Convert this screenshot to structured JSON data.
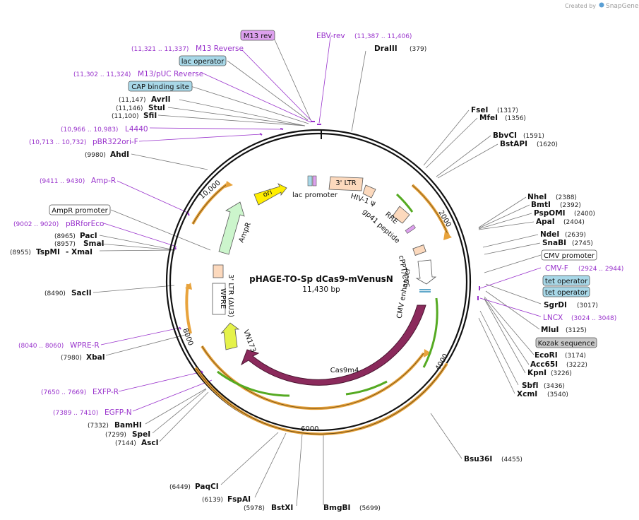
{
  "credit": {
    "text": "Created by",
    "brand": "SnapGene"
  },
  "center": {
    "name": "pHAGE-TO-Sp dCas9-mVenusN",
    "size": "11,430 bp"
  },
  "ticks": [
    "2000",
    "4000",
    "6000",
    "8000",
    "10,000"
  ],
  "enzymes": {
    "draiii": {
      "name": "DraIII",
      "pos": "(379)"
    },
    "fsei": {
      "name": "FseI",
      "pos": "(1317)"
    },
    "mfei": {
      "name": "MfeI",
      "pos": "(1356)"
    },
    "bbvci": {
      "name": "BbvCI",
      "pos": "(1591)"
    },
    "bstapi": {
      "name": "BstAPI",
      "pos": "(1620)"
    },
    "nhei": {
      "name": "NheI",
      "pos": "(2388)"
    },
    "bmti": {
      "name": "BmtI",
      "pos": "(2392)"
    },
    "pspomi": {
      "name": "PspOMI",
      "pos": "(2400)"
    },
    "apai": {
      "name": "ApaI",
      "pos": "(2404)"
    },
    "ndei": {
      "name": "NdeI",
      "pos": "(2639)"
    },
    "snabi": {
      "name": "SnaBI",
      "pos": "(2745)"
    },
    "sgrdi": {
      "name": "SgrDI",
      "pos": "(3017)"
    },
    "mlui": {
      "name": "MluI",
      "pos": "(3125)"
    },
    "ecori": {
      "name": "EcoRI",
      "pos": "(3174)"
    },
    "acc65i": {
      "name": "Acc65I",
      "pos": "(3222)"
    },
    "kpni": {
      "name": "KpnI",
      "pos": "(3226)"
    },
    "sbfi": {
      "name": "SbfI",
      "pos": "(3436)"
    },
    "xcmi": {
      "name": "XcmI",
      "pos": "(3540)"
    },
    "bsu36i": {
      "name": "Bsu36I",
      "pos": "(4455)"
    },
    "bmgbi": {
      "name": "BmgBI",
      "pos": "(5699)"
    },
    "bstxi": {
      "name": "BstXI",
      "pos": "(5978)"
    },
    "fspai": {
      "name": "FspAI",
      "pos": "(6139)"
    },
    "paqci": {
      "name": "PaqCI",
      "pos": "(6449)"
    },
    "asci": {
      "name": "AscI",
      "pos": "(7144)"
    },
    "spei": {
      "name": "SpeI",
      "pos": "(7299)"
    },
    "bamhi": {
      "name": "BamHI",
      "pos": "(7332)"
    },
    "xbai": {
      "name": "XbaI",
      "pos": "(7980)"
    },
    "sacii": {
      "name": "SacII",
      "pos": "(8490)"
    },
    "tspmi": {
      "name": "TspMI",
      "pos": "(8955)"
    },
    "xmai": {
      "name": "- XmaI"
    },
    "smai": {
      "name": "SmaI",
      "pos": "(8957)"
    },
    "paci": {
      "name": "PacI",
      "pos": "(8965)"
    },
    "ahdi": {
      "name": "AhdI",
      "pos": "(9980)"
    },
    "sfii": {
      "name": "SfiI",
      "pos": "(11,100)"
    },
    "stui": {
      "name": "StuI",
      "pos": "(11,146)"
    },
    "avrii": {
      "name": "AvrII",
      "pos": "(11,147)"
    }
  },
  "primers": {
    "m13rev_box": "M13 rev",
    "ebvrev": {
      "name": "EBV-rev",
      "pos": "(11,387 .. 11,406)"
    },
    "m13reverse": {
      "name": "M13 Reverse",
      "pos": "(11,321 .. 11,337)"
    },
    "m13puc": {
      "name": "M13/pUC Reverse",
      "pos": "(11,302 .. 11,324)"
    },
    "l4440": {
      "name": "L4440",
      "pos": "(10,966 .. 10,983)"
    },
    "pbr322": {
      "name": "pBR322ori-F",
      "pos": "(10,713 .. 10,732)"
    },
    "ampr": {
      "name": "Amp-R",
      "pos": "(9411 .. 9430)"
    },
    "pbrfor": {
      "name": "pBRforEco",
      "pos": "(9002 .. 9020)"
    },
    "wpre": {
      "name": "WPRE-R",
      "pos": "(8040 .. 8060)"
    },
    "exfp": {
      "name": "EXFP-R",
      "pos": "(7650 .. 7669)"
    },
    "egfp": {
      "name": "EGFP-N",
      "pos": "(7389 .. 7410)"
    },
    "cmvf": {
      "name": "CMV-F",
      "pos": "(2924 .. 2944)"
    },
    "lncx": {
      "name": "LNCX",
      "pos": "(3024 .. 3048)"
    }
  },
  "boxes": {
    "lac_operator": "lac operator",
    "cap_site": "CAP binding site",
    "ampr_promoter": "AmpR promoter",
    "cmv_promoter": "CMV promoter",
    "tet_operator_1": "tet operator",
    "tet_operator_2": "tet operator",
    "kozak": "Kozak sequence"
  },
  "features": {
    "ori": "ori",
    "lac_promoter": "lac promoter",
    "ltr3": "3' LTR",
    "hiv_psi": "HIV-1 ψ",
    "rre": "RRE",
    "gp41": "gp41 peptide",
    "cppt": "cPPT/CTS",
    "cmv_enhancer": "CMV enhancer",
    "cas9": "Cas9m4",
    "vn173": "VN173",
    "wpre": "WPRE",
    "ltr3u3": "3' LTR (ΔU3)",
    "ampr": "AmpR"
  },
  "colors": {
    "primer": "#9933cc",
    "cas9": "#8b2a5c",
    "ori": "#ffee00",
    "vn173": "#e5f24a",
    "ampr": "#ccf5cc",
    "ltr": "#fcd9bd",
    "misc_orange": "#e8a33c",
    "green_arrow": "#55aa22",
    "box_blue": "#a8d8e8",
    "box_purple": "#dda0ee",
    "box_gray": "#c8c8c8"
  }
}
